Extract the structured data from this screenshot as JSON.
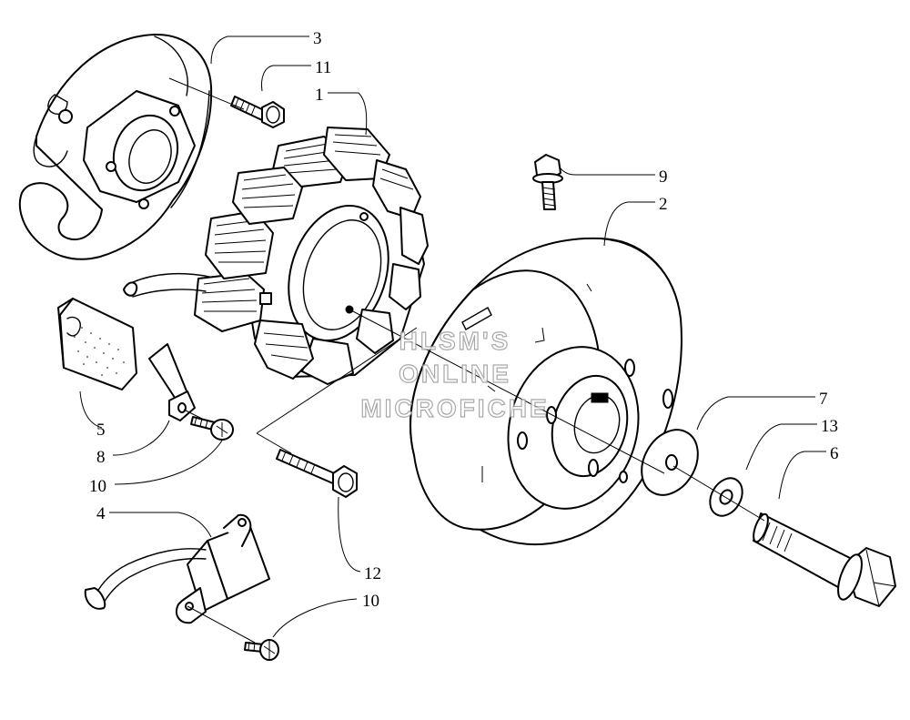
{
  "callouts": [
    {
      "id": "c3",
      "label": "3"
    },
    {
      "id": "c11",
      "label": "11"
    },
    {
      "id": "c1",
      "label": "1"
    },
    {
      "id": "c9",
      "label": "9"
    },
    {
      "id": "c2",
      "label": "2"
    },
    {
      "id": "c7",
      "label": "7"
    },
    {
      "id": "c13",
      "label": "13"
    },
    {
      "id": "c6",
      "label": "6"
    },
    {
      "id": "c5",
      "label": "5"
    },
    {
      "id": "c8",
      "label": "8"
    },
    {
      "id": "c10a",
      "label": "10"
    },
    {
      "id": "c4",
      "label": "4"
    },
    {
      "id": "c12",
      "label": "12"
    },
    {
      "id": "c10b",
      "label": "10"
    }
  ],
  "watermark": {
    "line1": "HLSM'S",
    "line2": "ONLINE",
    "line3": "MICROFICHE"
  }
}
